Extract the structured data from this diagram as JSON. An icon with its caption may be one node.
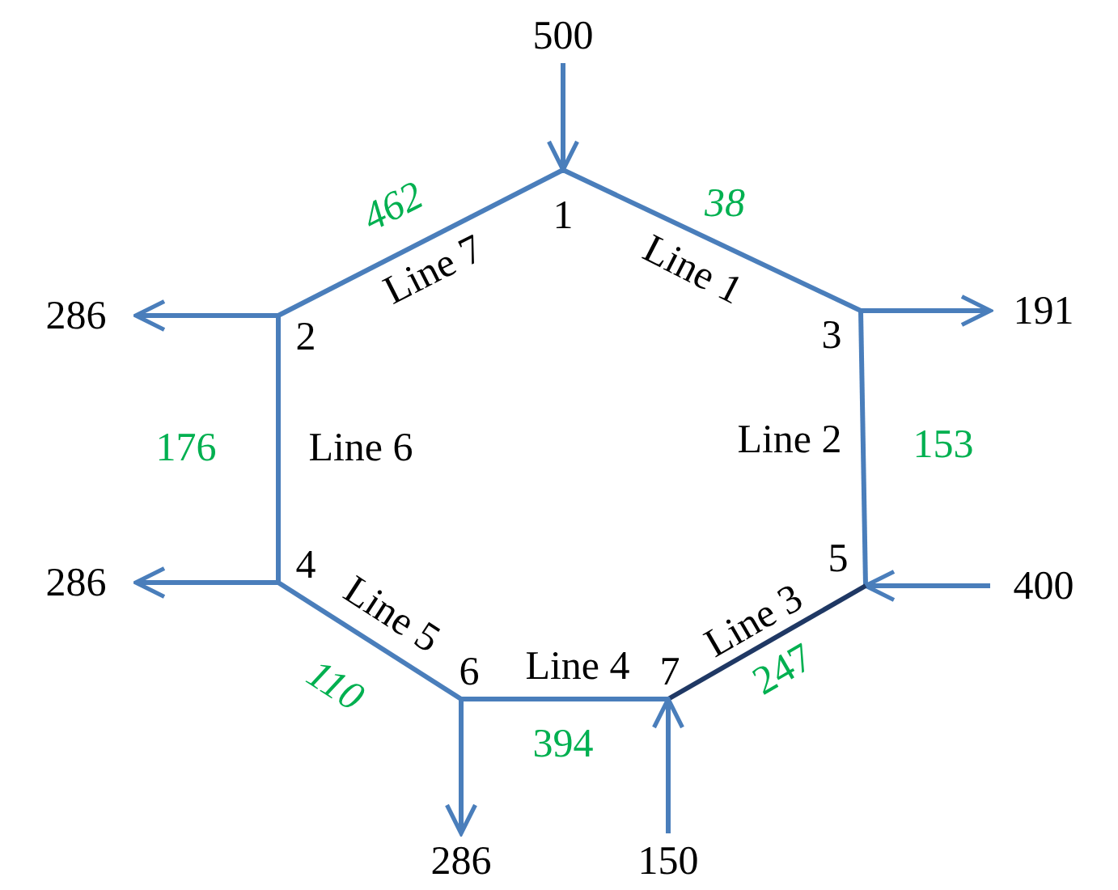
{
  "diagram": {
    "nodes": [
      {
        "text": [
          "500"
        ]
      },
      {
        "text": [
          "1"
        ]
      },
      {
        "text": [
          "286"
        ]
      },
      {
        "text": [
          "2"
        ]
      },
      {
        "text": [
          "3"
        ]
      },
      {
        "text": [
          "191"
        ]
      },
      {
        "text": [
          "4"
        ]
      },
      {
        "text": [
          "286"
        ]
      },
      {
        "text": [
          "5"
        ]
      },
      {
        "text": [
          "400"
        ]
      },
      {
        "text": [
          "6"
        ]
      },
      {
        "text": [
          "7"
        ]
      },
      {
        "text": [
          "286"
        ]
      },
      {
        "text": [
          "150"
        ]
      }
    ],
    "edges": [
      {
        "from": 0,
        "to": 1,
        "arrow": "to"
      },
      {
        "from": 1,
        "to": 3,
        "arrow": "none",
        "label": "Line 7"
      },
      {
        "from": 1,
        "to": 4,
        "arrow": "none",
        "label": "Line 1"
      },
      {
        "from": 3,
        "to": 2,
        "arrow": "to"
      },
      {
        "from": 4,
        "to": 5,
        "arrow": "to"
      },
      {
        "from": 3,
        "to": 6,
        "arrow": "none",
        "label": "Line 6"
      },
      {
        "from": 4,
        "to": 8,
        "arrow": "none",
        "label": "Line 2"
      },
      {
        "from": 6,
        "to": 7,
        "arrow": "to"
      },
      {
        "from": 9,
        "to": 8,
        "arrow": "to"
      },
      {
        "from": 6,
        "to": 10,
        "arrow": "none",
        "label": "Line 5"
      },
      {
        "from": 8,
        "to": 11,
        "arrow": "none",
        "label": "Line 3",
        "color": "#1f3864"
      },
      {
        "from": 11,
        "to": 10,
        "arrow": "none",
        "label": "Line 4"
      },
      {
        "from": 10,
        "to": 12,
        "arrow": "to"
      },
      {
        "from": 13,
        "to": 11,
        "arrow": "to"
      }
    ],
    "labels": [
      "462",
      "38",
      "176",
      "153",
      "110",
      "394",
      "247"
    ]
  }
}
